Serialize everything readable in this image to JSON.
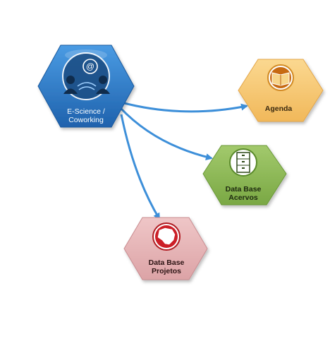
{
  "nodes": {
    "hub": {
      "line1": "E-Science /",
      "line2": "Coworking",
      "color": "#2f7cc9",
      "icon": "at-sign-people-icon"
    },
    "agenda": {
      "line1": "Agenda",
      "color": "#f7c873",
      "icon": "book-icon"
    },
    "acervos": {
      "line1": "Data Base",
      "line2": "Acervos",
      "color": "#8fba58",
      "icon": "file-cabinet-icon"
    },
    "projetos": {
      "line1": "Data Base",
      "line2": "Projetos",
      "color": "#e6b3b5",
      "icon": "brazil-map-icon"
    }
  },
  "arrow_color": "#3d8fd9"
}
